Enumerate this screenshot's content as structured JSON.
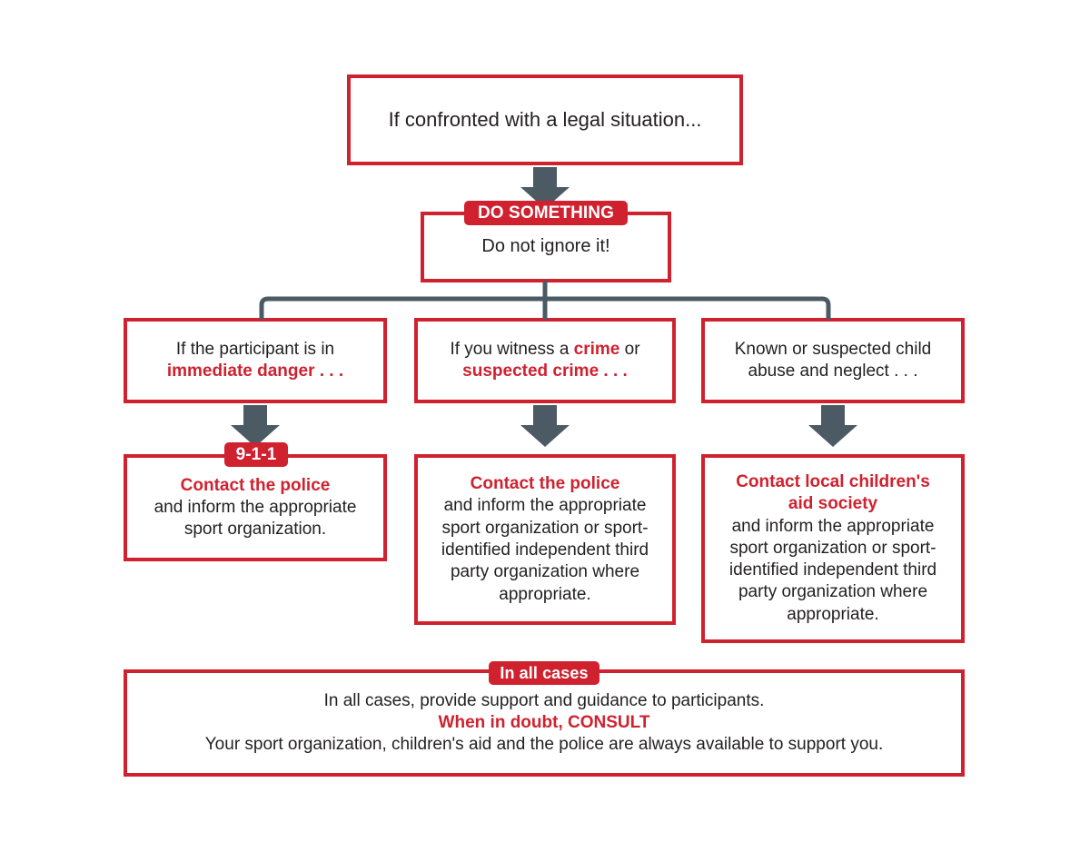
{
  "colors": {
    "red": "#D0212F",
    "arrow_gray": "#4B5A63",
    "text_black": "#231F20",
    "background": "#FFFFFF"
  },
  "diagram": {
    "title_node": {
      "text": "If confronted with a legal situation..."
    },
    "do_something": {
      "badge": "DO SOMETHING",
      "text": "Do not ignore it!"
    },
    "branches": [
      {
        "id": "immediate-danger",
        "condition_line1": "If the participant is in",
        "condition_line2": "immediate danger . . .",
        "badge": "9-1-1",
        "action_heading": "Contact the police",
        "action_body_lines": [
          "and inform the appropriate",
          "sport organization."
        ]
      },
      {
        "id": "witness-crime",
        "condition_line1_pre": "If you witness a ",
        "condition_line1_em": "crime",
        "condition_line1_post": " or",
        "condition_line2": "suspected crime . . .",
        "badge": "",
        "action_heading": "Contact the police",
        "action_body_lines": [
          "and inform the appropriate",
          "sport organization or sport-",
          "identified independent third",
          "party organization where",
          "appropriate."
        ]
      },
      {
        "id": "child-abuse",
        "condition_line1": "Known or suspected child",
        "condition_line2": "abuse and neglect . . .",
        "badge": "",
        "action_heading_line1": "Contact local children's",
        "action_heading_line2": "aid society",
        "action_body_lines": [
          "and inform the appropriate",
          "sport organization or sport-",
          "identified independent third",
          "party organization where",
          "appropriate."
        ]
      }
    ],
    "footer": {
      "badge": "In all cases",
      "line1": "In all cases, provide support and guidance to participants.",
      "line2_emphasis": "When in doubt, CONSULT",
      "line3": "Your sport organization, children's aid and the police are always available to support you."
    },
    "icons": {
      "arrow_down": "arrow-down-icon",
      "branch_connector": "branch-connector-icon"
    }
  }
}
